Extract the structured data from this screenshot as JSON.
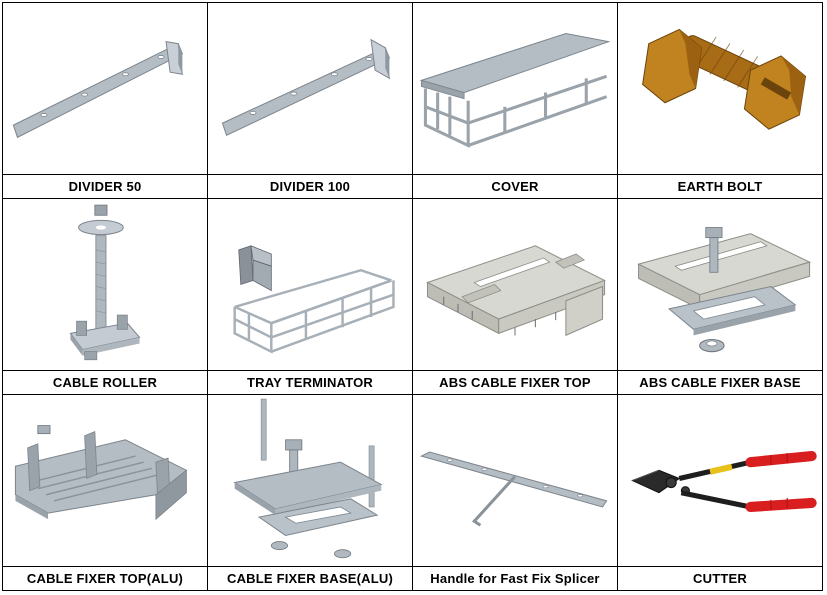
{
  "products": [
    {
      "name": "DIVIDER 50"
    },
    {
      "name": "DIVIDER 100"
    },
    {
      "name": "COVER"
    },
    {
      "name": "EARTH BOLT"
    },
    {
      "name": "CABLE ROLLER"
    },
    {
      "name": "TRAY TERMINATOR"
    },
    {
      "name": "ABS CABLE FIXER TOP"
    },
    {
      "name": "ABS CABLE FIXER BASE"
    },
    {
      "name": "CABLE FIXER TOP(ALU)"
    },
    {
      "name": "CABLE FIXER BASE(ALU)"
    },
    {
      "name": "Handle for Fast Fix Splicer"
    },
    {
      "name": "CUTTER"
    }
  ],
  "colors": {
    "metal": "#b8c0c8",
    "metal_dark": "#8c959e",
    "bronze": "#b87a1e",
    "handle_red": "#d81e1e"
  }
}
